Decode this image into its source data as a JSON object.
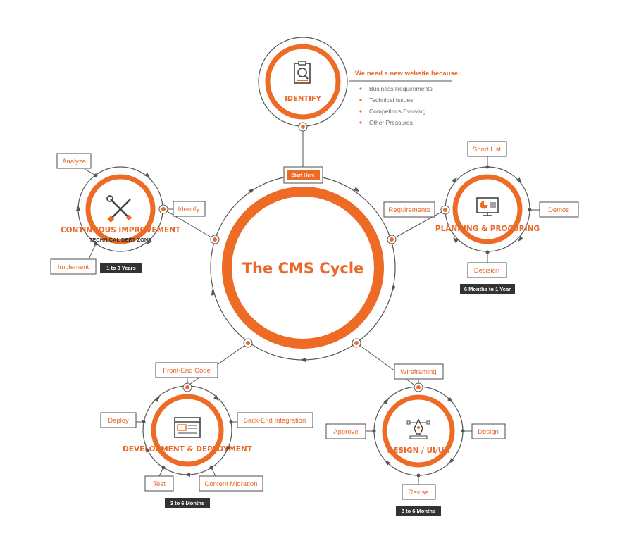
{
  "center": {
    "title": "The CMS Cycle",
    "start_label": "Start Here"
  },
  "identify": {
    "title": "IDENTIFY",
    "heading": "We need a new website because:",
    "reasons": [
      "Business Requirements",
      "Technical Issues",
      "Competitors Evolving",
      "Other Pressures"
    ],
    "icon": "clipboard-search-icon"
  },
  "planning": {
    "title": "PLANNING & PROCURING",
    "steps": {
      "top": "Short List",
      "right": "Demos",
      "bottom": "Decision",
      "left": "Requirements"
    },
    "duration": "6 Months to 1 Year",
    "icon": "monitor-chart-icon"
  },
  "design": {
    "title": "DESIGN / UI/UX",
    "steps": {
      "top": "Wireframing",
      "right": "Design",
      "bottom": "Revise",
      "left": "Approve"
    },
    "duration": "3 to 6 Months",
    "icon": "pen-tool-icon"
  },
  "development": {
    "title": "DEVELOPMENT & DEPLOYMENT",
    "steps": {
      "top": "Front-End Code",
      "right": "Back-End Integration",
      "bottom_right": "Content Migration",
      "bottom_left": "Test",
      "left": "Deploy"
    },
    "duration": "3 to 6 Months",
    "icon": "browser-window-icon"
  },
  "continuous": {
    "title": "CONTINUOUS IMPROVEMENT",
    "subtitle": "TECHNICAL DEBT ZONE",
    "steps": {
      "top": "Analyze",
      "right": "Identify",
      "bottom": "Implement"
    },
    "duration": "1 to 3 Years",
    "icon": "wrench-screwdriver-icon"
  },
  "colors": {
    "accent": "#ee6b26",
    "ring": "#555555",
    "badge": "#333333"
  }
}
